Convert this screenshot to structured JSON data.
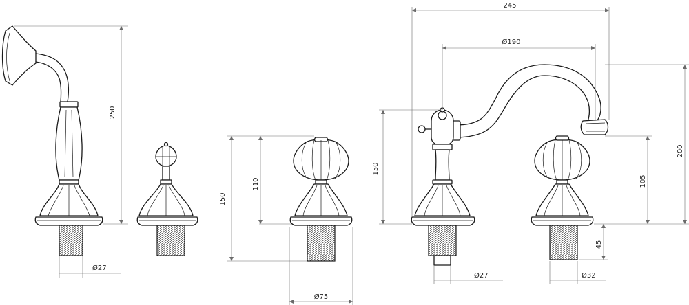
{
  "diagram": {
    "dimensions": {
      "hand_shower_height": "250",
      "hand_shower_thread_diameter": "Ø27",
      "valve_total_height": "150",
      "valve_knob_height": "110",
      "valve_flange_diameter": "Ø75",
      "spout_height": "150",
      "spout_width": "245",
      "spout_reach_diameter": "Ø190",
      "spout_thread_diameter": "Ø27",
      "overall_height": "200",
      "outlet_height": "105",
      "shank_length": "45",
      "right_thread_diameter": "Ø32"
    }
  }
}
